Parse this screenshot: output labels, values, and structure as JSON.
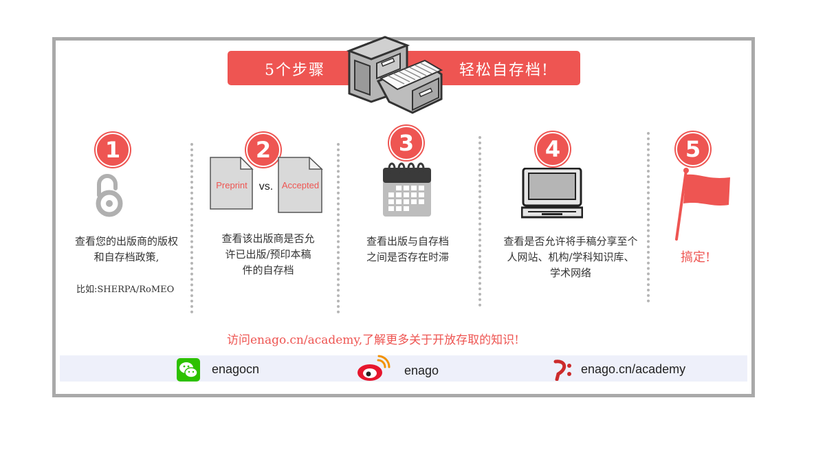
{
  "header": {
    "left_title": "5个步骤",
    "right_title": "轻松自存档!"
  },
  "steps": [
    {
      "number": "1",
      "text_lines": [
        "查看您的出版商的版权",
        "和自存档政策,"
      ],
      "example": "比如:SHERPA/RoMEO",
      "icon": "open-access-lock-icon"
    },
    {
      "number": "2",
      "text_lines": [
        "查看该出版商是否允",
        "许已出版/预印本稿",
        "件的自存档"
      ],
      "doc_left": "Preprint",
      "vs": "vs.",
      "doc_right": "Accepted",
      "icon": "document-icon"
    },
    {
      "number": "3",
      "text_lines": [
        "查看出版与自存档",
        "之间是否存在时滞"
      ],
      "icon": "calendar-icon"
    },
    {
      "number": "4",
      "text_lines": [
        "查看是否允许将手稿分享至个",
        "人网站、机构/学科知识库、",
        "学术网络"
      ],
      "icon": "laptop-icon"
    },
    {
      "number": "5",
      "text_lines": [
        "搞定!"
      ],
      "icon": "flag-icon"
    }
  ],
  "visit_text": "访问enago.cn/academy,了解更多关于开放存取的知识!",
  "footer": {
    "wechat": "enagocn",
    "weibo": "enago",
    "site": "enago.cn/academy"
  },
  "colors": {
    "accent": "#ee5552",
    "gray": "#a9a9a9",
    "footer_bg": "#eef0fa"
  }
}
